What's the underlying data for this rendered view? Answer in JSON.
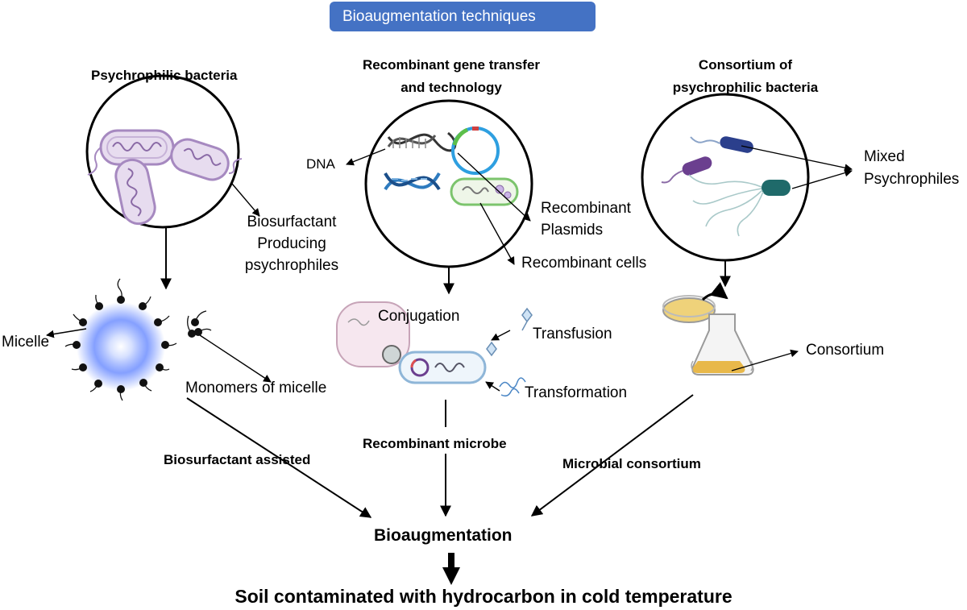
{
  "banner": "Bioaugmentation techniques",
  "columns": {
    "psychrophilic": {
      "title": "Psychrophilic bacteria",
      "labels": {
        "biosurfactant_line1": "Biosurfactant",
        "biosurfactant_line2": "Producing",
        "biosurfactant_line3": "psychrophiles",
        "micelle": "Micelle",
        "monomers": "Monomers of micelle"
      },
      "pathway": "Biosurfactant assisted"
    },
    "recombinant": {
      "title_line1": "Recombinant gene transfer",
      "title_line2": "and technology",
      "labels": {
        "dna": "DNA",
        "plasmids_line1": "Recombinant",
        "plasmids_line2": "Plasmids",
        "cells": "Recombinant cells",
        "conjugation": "Conjugation",
        "transfusion": "Transfusion",
        "transformation": "Transformation"
      },
      "pathway": "Recombinant microbe"
    },
    "consortium": {
      "title_line1": "Consortium  of",
      "title_line2": "psychrophilic bacteria",
      "labels": {
        "mixed_line1": "Mixed",
        "mixed_line2": "Psychrophiles",
        "consortium": "Consortium"
      },
      "pathway": "Microbial consortium"
    }
  },
  "center_result": "Bioaugmentation",
  "final_result": "Soil contaminated with hydrocarbon in cold temperature",
  "colors": {
    "banner": "#4472c4",
    "bacteria_purple": "#a689c0",
    "bacteria_fill": "#e7dcef",
    "dna_blue": "#2e7bbf",
    "plasmid_green": "#7cc46d",
    "micelle_glow": "#6f8fff",
    "flask_liquid": "#e8b84a",
    "dish_fill": "#efd27a",
    "teal": "#1f6a6a"
  }
}
